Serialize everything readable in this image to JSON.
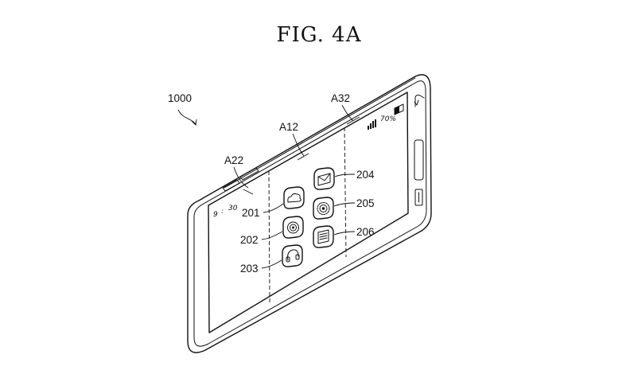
{
  "figure": {
    "title": "FIG. 4A"
  },
  "labels": {
    "device": "1000",
    "area_left": "A22",
    "area_center": "A12",
    "area_right": "A32"
  },
  "status_bar": {
    "time_hour": "9",
    "time_minute": "30",
    "battery": "70%"
  },
  "icons": [
    {
      "ref": "201",
      "name": "cloud-app-icon"
    },
    {
      "ref": "202",
      "name": "camera-app-icon"
    },
    {
      "ref": "203",
      "name": "music-app-icon"
    },
    {
      "ref": "204",
      "name": "mail-app-icon"
    },
    {
      "ref": "205",
      "name": "settings-app-icon"
    },
    {
      "ref": "206",
      "name": "notes-app-icon"
    }
  ]
}
